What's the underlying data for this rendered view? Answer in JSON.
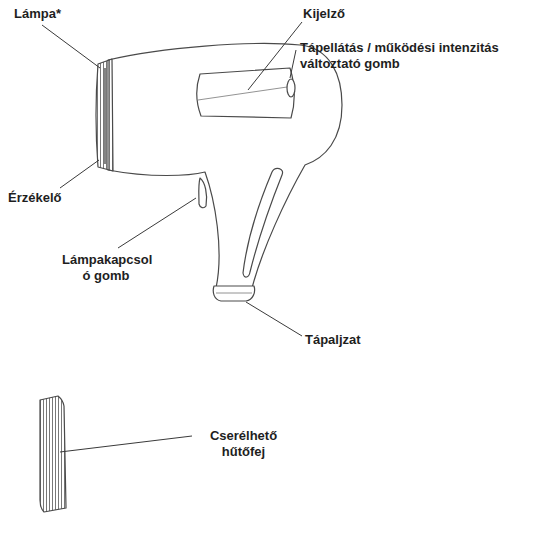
{
  "diagram": {
    "labels": [
      "Lámpa*",
      "Kijelző",
      "Tápellátás / működési intenzitás változtató gomb",
      "Érzékelő",
      "Lámpakapcsol ó gomb",
      "Tápaljzat",
      "Cserélhető hűtőfej"
    ]
  }
}
